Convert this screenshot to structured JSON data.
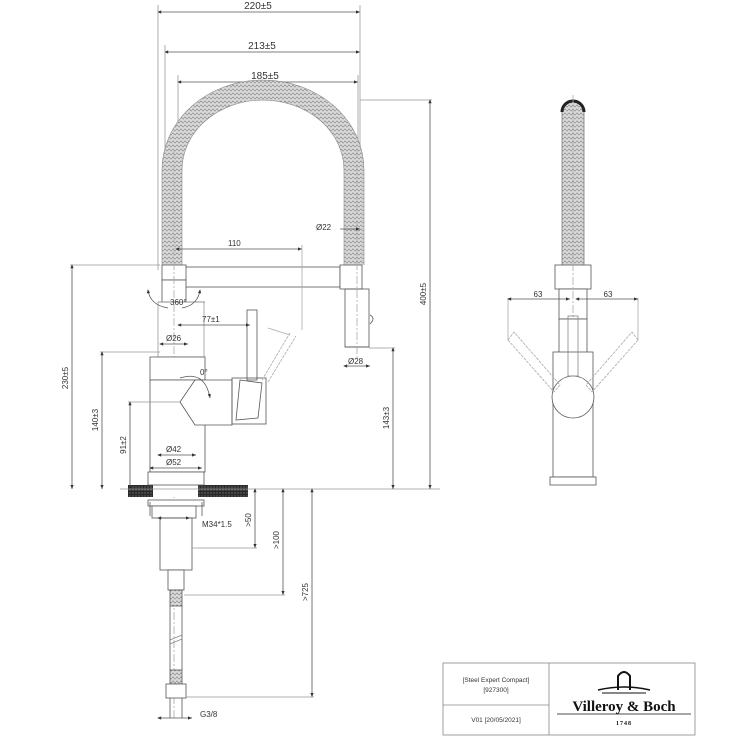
{
  "drawing": {
    "product_name": "[Steel Expert Compact]",
    "product_code": "[927300]",
    "version": "V01 [20/05/2021]",
    "brand": {
      "name": "Villeroy & Boch",
      "year": "1748"
    }
  },
  "front_view": {
    "dimensions": {
      "overall_width": "220±5",
      "spout_width": "213±5",
      "arc_width": "185±5",
      "hose_diameter": "Ø22",
      "spout_reach": "110",
      "rotation": "360°",
      "lever_offset": "77±1",
      "body_diameter_top": "Ø26",
      "spray_diameter": "Ø28",
      "lever_angle": "0°",
      "overall_height": "400±5",
      "spout_height": "230±5",
      "lever_height": "140±3",
      "base_height_left": "91±2",
      "outlet_height": "143±3",
      "base_diameter": "Ø42",
      "rosette_diameter": "Ø52",
      "thread": "M34*1.5",
      "below_deck_1": ">50",
      "below_deck_2": ">100",
      "below_deck_3": ">725",
      "connection": "G3/8"
    }
  },
  "side_view": {
    "dimensions": {
      "lever_left": "63",
      "lever_right": "63"
    }
  }
}
